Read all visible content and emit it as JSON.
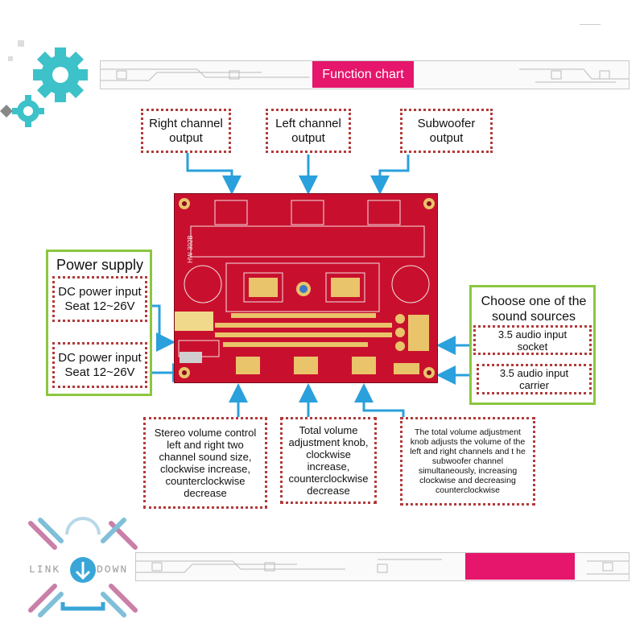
{
  "header": {
    "title": "Function chart"
  },
  "outputs": {
    "right": "Right channel output",
    "left": "Left channel output",
    "sub": "Subwoofer output"
  },
  "power": {
    "title": "Power supply",
    "inputs": [
      "DC power input Seat 12~26V",
      "DC power input Seat 12~26V"
    ]
  },
  "sources": {
    "title": "Choose one of the sound sources",
    "items": [
      "3.5 audio input socket",
      "3.5 audio input carrier"
    ]
  },
  "controls": {
    "stereo": "Stereo volume control left and right two channel sound size, clockwise increase, counterclockwise decrease",
    "total": "Total volume adjustment knob, clockwise increase, counterclockwise decrease",
    "sub": "The total volume adjustment knob adjusts the volume of the left and right channels and t he subwoofer channel simultaneously, increasing clockwise and decreasing counterclockwise"
  },
  "board": {
    "model": "HW-302B"
  },
  "logo": {
    "left": "LINK",
    "right": "DOWN"
  },
  "colors": {
    "accent": "#e5166b",
    "board": "#c8102e",
    "arrow": "#2aa0dc",
    "green": "#8cc63f",
    "dotted": "#b23a3a"
  }
}
